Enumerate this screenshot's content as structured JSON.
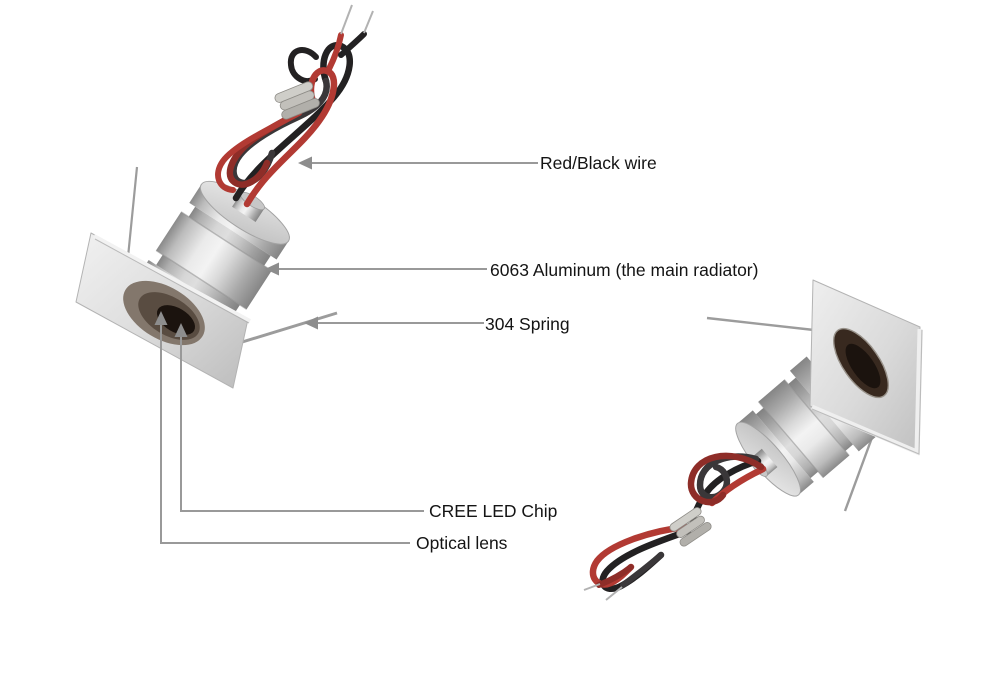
{
  "diagram": {
    "background": "#ffffff",
    "labels": {
      "red_black_wire": "Red/Black wire",
      "aluminum": "6063 Aluminum (the main radiator)",
      "spring": "304 Spring",
      "led_chip": "CREE LED Chip",
      "optical_lens": "Optical lens"
    },
    "colors": {
      "leader_line": "#999999",
      "arrowhead": "#8d8d8d",
      "label_text": "#141414",
      "wire_red": "#b23a33",
      "wire_red_dark": "#8e2d28",
      "wire_black": "#232122",
      "wire_black_soft": "#3a3739",
      "bare_wire": "#b2b2b2",
      "tie_band": "#cfcec9",
      "spring_wire": "#9c9c9c",
      "metal_highlight": "#f2f2f2",
      "metal_shadow": "#878787",
      "lens_dark": "#1b130e"
    }
  }
}
